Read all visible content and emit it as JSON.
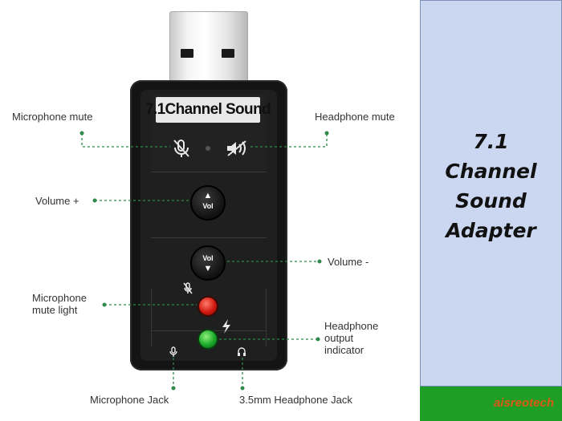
{
  "device": {
    "title": "7.1Channel Sound",
    "vol_up_label": "Vol",
    "vol_down_label": "Vol"
  },
  "callouts": {
    "mic_mute": "Microphone mute",
    "headphone_mute": "Headphone mute",
    "volume_up": "Volume +",
    "volume_down": "Volume -",
    "mic_mute_light": "Microphone mute light",
    "headphone_output": "Headphone output indicator",
    "mic_jack": "Microphone Jack",
    "headphone_jack": "3.5mm Headphone Jack"
  },
  "side_panel": {
    "title_line1": "7.1",
    "title_line2": "Channel",
    "title_line3": "Sound",
    "title_line4": "Adapter",
    "brand": "aisreotech"
  },
  "colors": {
    "panel_bg": "#cbd7f0",
    "brand_bar": "#1f9e25",
    "brand_text": "#d95a17",
    "callout_line": "#2e8a4a",
    "led_red": "#d21a10",
    "led_green": "#18a82a"
  },
  "icons": [
    "mic-mute-icon",
    "headphone-mute-icon",
    "vol-up-arrow-icon",
    "vol-down-arrow-icon",
    "mic-icon",
    "lightning-icon",
    "headphone-jack-icon"
  ]
}
